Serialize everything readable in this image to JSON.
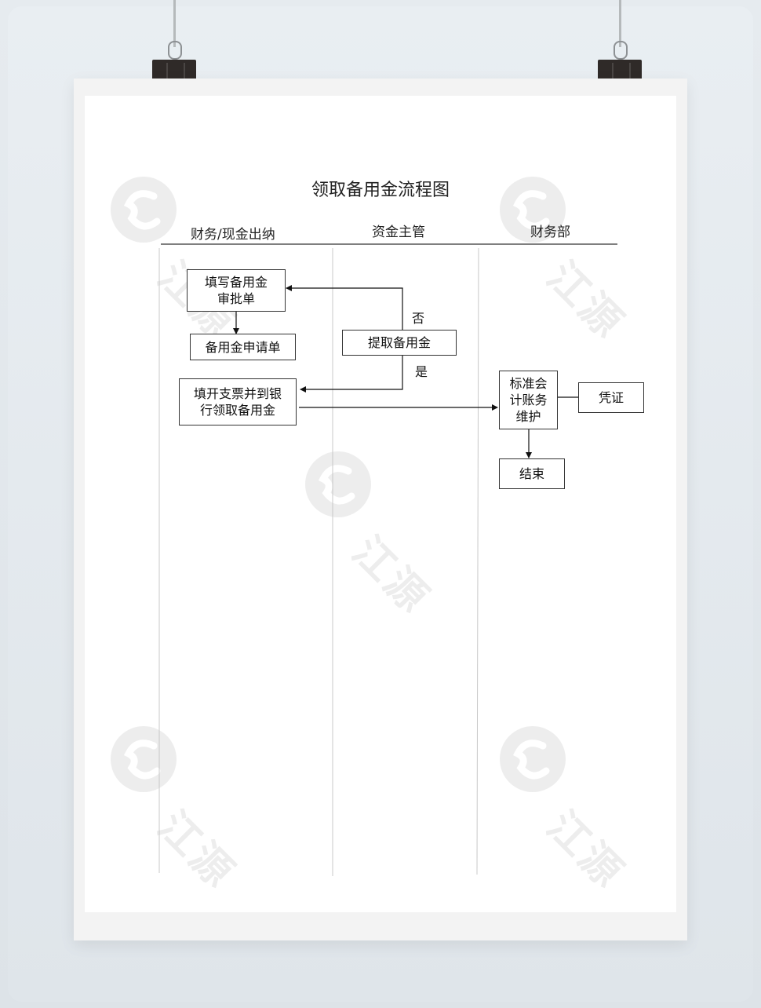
{
  "diagram": {
    "title": "领取备用金流程图",
    "lanes": [
      "财务/现金出纳",
      "资金主管",
      "财务部"
    ],
    "nodes": {
      "fill_form": "填写备用金\n审批单",
      "request_form": "备用金申请单",
      "withdraw": "提取备用金",
      "cheque": "填开支票并到银\n行领取备用金",
      "accounting": "标准会\n计账务\n维护",
      "voucher": "凭证",
      "end": "结束"
    },
    "edge_labels": {
      "no": "否",
      "yes": "是"
    }
  },
  "watermark": {
    "text": "江源",
    "icon_name": "jiangyuan-logo-icon"
  }
}
